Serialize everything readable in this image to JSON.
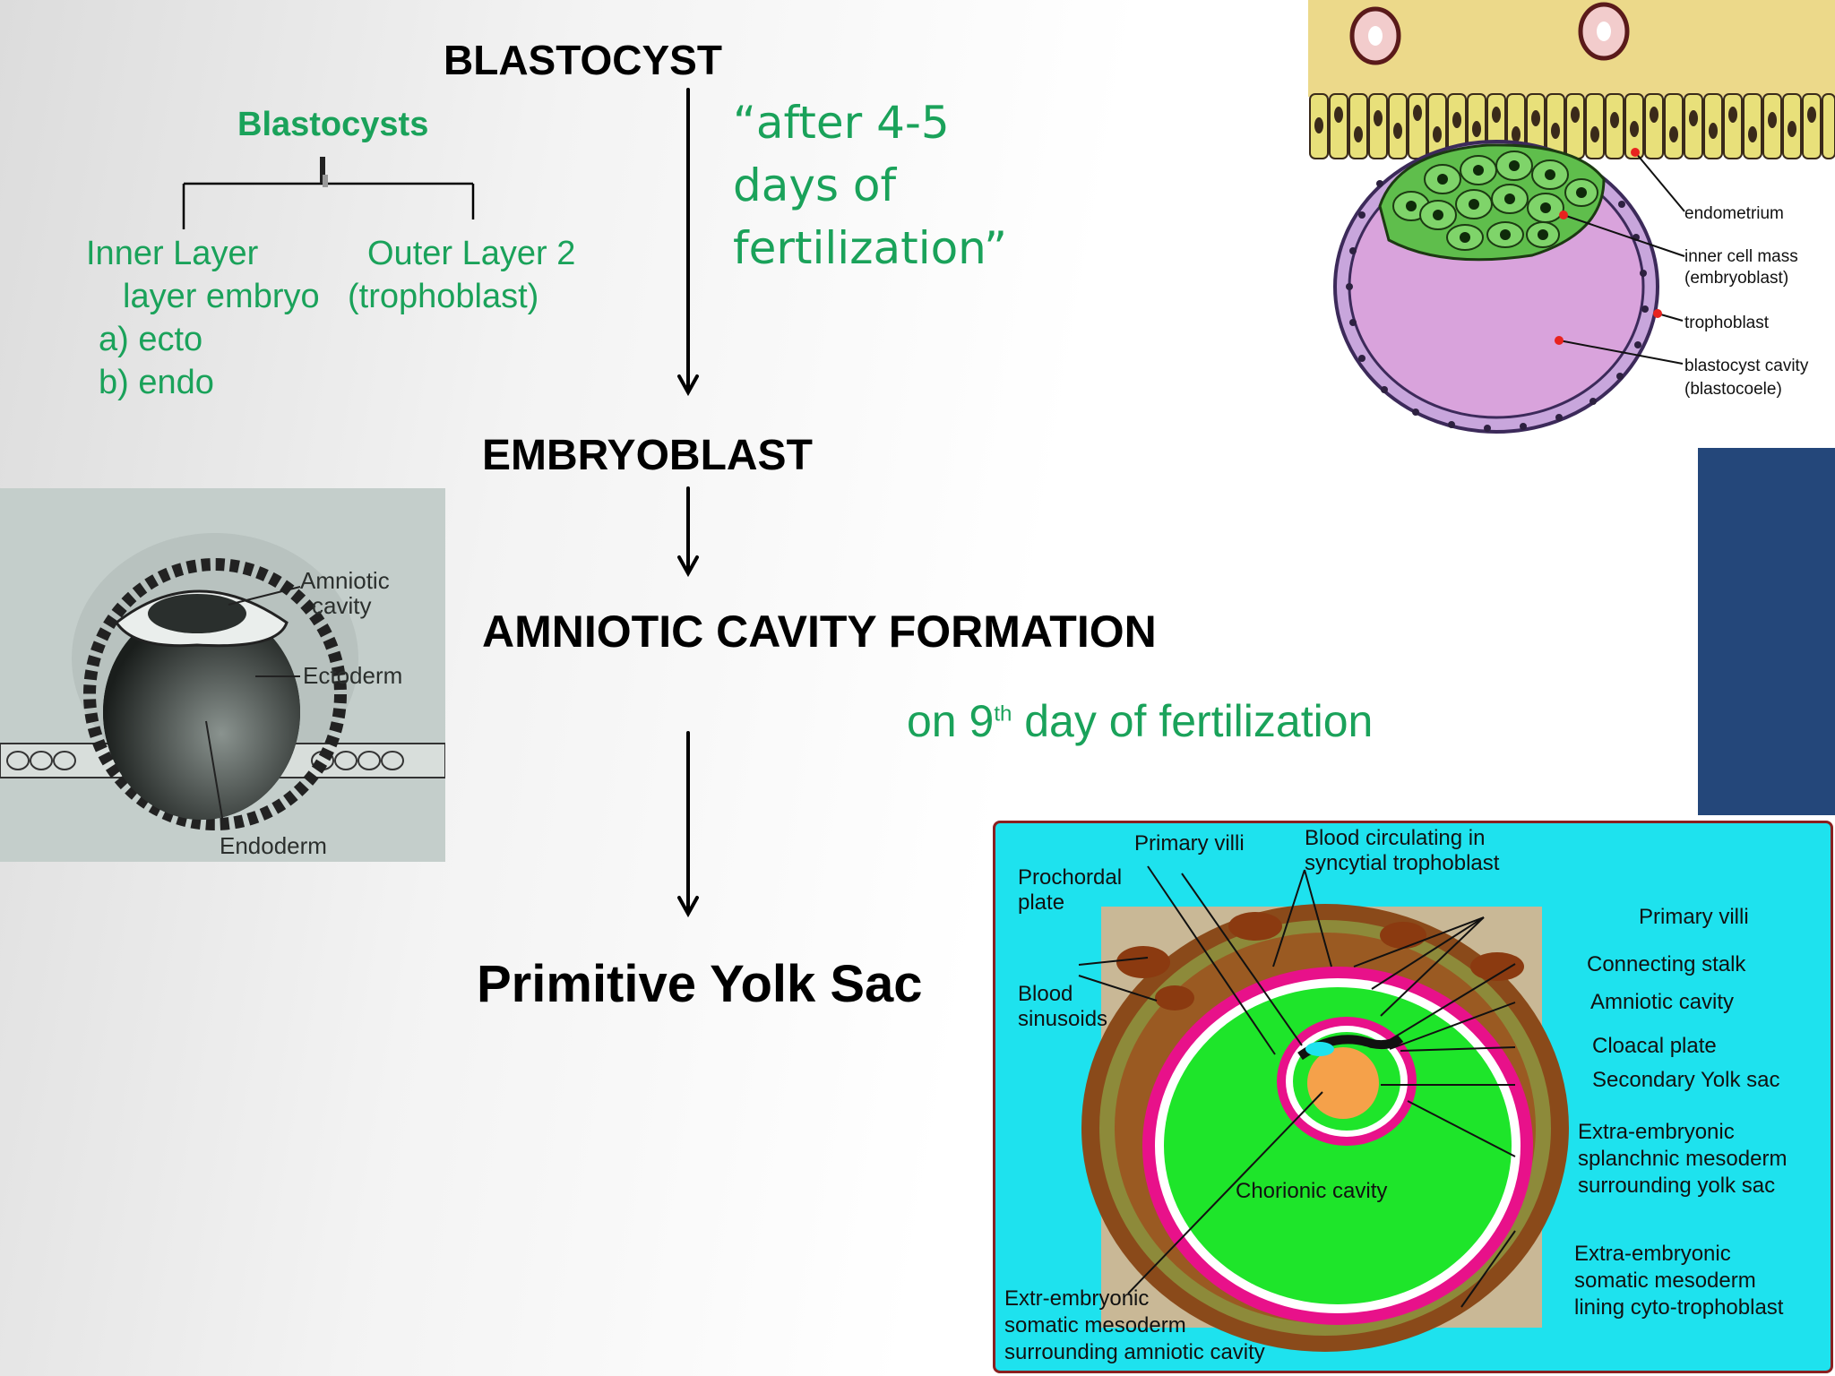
{
  "flow": {
    "blastocyst": "BLASTOCYST",
    "embryoblast": "EMBRYOBLAST",
    "amniotic_formation": "AMNIOTIC CAVITY FORMATION",
    "yolk_sac": "Primitive Yolk Sac"
  },
  "timing": {
    "after_line1": "“after 4-5",
    "after_line2": "days of",
    "after_line3": "fertilization”",
    "ninth_prefix": "on 9",
    "ninth_sup": "th",
    "ninth_suffix": " day of fertilization"
  },
  "tree": {
    "root": "Blastocysts",
    "inner_line1": "Inner Layer",
    "inner_line2": "layer embryo",
    "inner_a": "a) ecto",
    "inner_b": "b) endo",
    "outer_line1": "Outer Layer 2",
    "outer_line2": "(trophoblast)"
  },
  "blastocyst_figure": {
    "labels": {
      "endometrium": "endometrium",
      "icm_1": "inner cell mass",
      "icm_2": "(embryoblast)",
      "trophoblast": "trophoblast",
      "cavity_1": "blastocyst cavity",
      "cavity_2": "(blastocoele)"
    }
  },
  "amnion_photo": {
    "labels": {
      "amniotic_1": "Amniotic",
      "amniotic_2": "cavity",
      "ectoderm": "Ectoderm",
      "endoderm": "Endoderm"
    }
  },
  "yolk_figure": {
    "labels": {
      "primary_villi_top": "Primary villi",
      "blood_circ_1": "Blood circulating in",
      "blood_circ_2": "syncytial trophoblast",
      "prochordal_1": "Prochordal",
      "prochordal_2": "plate",
      "primary_villi_right": "Primary villi",
      "connecting_stalk": "Connecting stalk",
      "amniotic_cavity": "Amniotic cavity",
      "blood_sinusoids_1": "Blood",
      "blood_sinusoids_2": "sinusoids",
      "cloacal_plate": "Cloacal plate",
      "secondary_yolk": "Secondary Yolk sac",
      "splanchnic_1": "Extra-embryonic",
      "splanchnic_2": "splanchnic mesoderm",
      "splanchnic_3": "surrounding yolk sac",
      "chorionic_cavity": "Chorionic cavity",
      "somatic_lining_1": "Extra-embryonic",
      "somatic_lining_2": "somatic mesoderm",
      "somatic_lining_3": "lining cyto-trophoblast",
      "extr_somatic_1": "Extr-embryonic",
      "extr_somatic_2": "somatic mesoderm",
      "extr_somatic_3": "surrounding amniotic cavity"
    }
  },
  "colors": {
    "text_green": "#1aa25a",
    "panel_navy": "#24477a",
    "yolk_bg": "#1ee2ee"
  }
}
